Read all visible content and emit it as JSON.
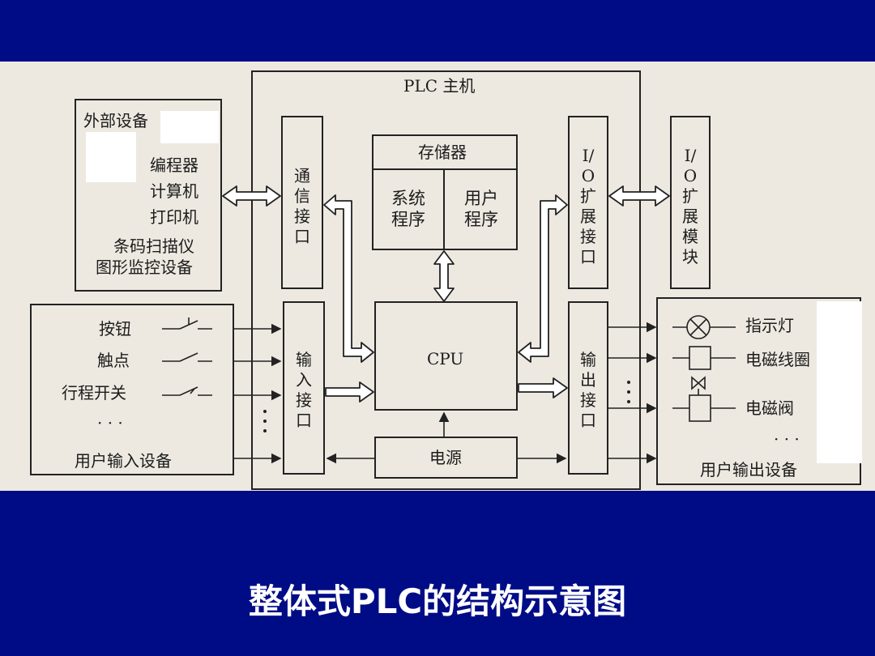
{
  "slide": {
    "title": "整体式PLC的结构示意图",
    "background_color": "#000c86",
    "title_color": "#ffffff"
  },
  "diagram": {
    "plc_host_label": "PLC 主机",
    "external_devices": {
      "title": "外部设备",
      "items": [
        "编程器",
        "计算机",
        "打印机",
        "条码扫描仪",
        "图形监控设备"
      ]
    },
    "comm_interface": "通信接口",
    "memory": {
      "title": "存储器",
      "system_program": "系统程序",
      "user_program": "用户程序"
    },
    "io_expansion_interface": "I/O扩展接口",
    "io_expansion_module": "I/O扩展模块",
    "user_input_devices": {
      "title": "用户输入设备",
      "items": [
        "按钮",
        "触点",
        "行程开关",
        "· · ·"
      ]
    },
    "input_interface": "输入接口",
    "cpu": "CPU",
    "output_interface": "输出接口",
    "power": "电源",
    "user_output_devices": {
      "title": "用户输出设备",
      "items": [
        "指示灯",
        "电磁线圈",
        "电磁阀",
        "· · ·"
      ]
    }
  }
}
